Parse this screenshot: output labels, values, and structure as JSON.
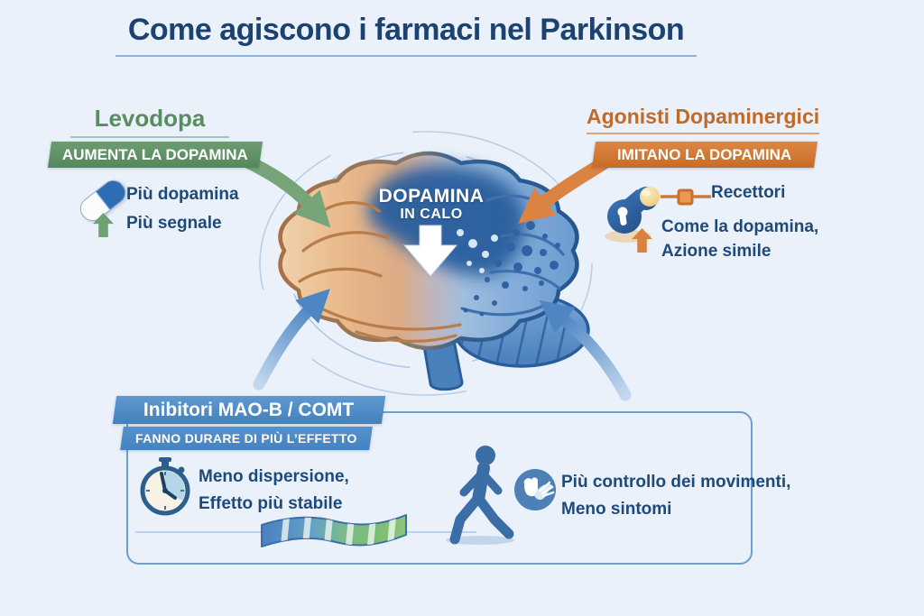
{
  "header": {
    "title": "Come agiscono i farmaci nel Parkinson"
  },
  "levodopa": {
    "heading": "Levodopa",
    "banner": "AUMENTA LA DOPAMINA",
    "points": [
      "Più dopamina",
      "Più segnale"
    ]
  },
  "agonists": {
    "heading": "Agonisti Dopaminergici",
    "banner": "IMITANO LA DOPAMINA",
    "receptor_label": "Recettori",
    "points": [
      "Come la dopamina,",
      "Azione simile"
    ]
  },
  "brain": {
    "label_line1": "DOPAMINA",
    "label_line2": "IN CALO"
  },
  "inhibitors": {
    "banner_title": "Inibitori MAO-B / COMT",
    "banner_subtitle": "FANNO DURARE DI PIÙ L’EFFETTO",
    "stability_lines": [
      "Meno dispersione,",
      "Effetto più stabile"
    ],
    "movement_lines": [
      "Più controllo dei movimenti,",
      "Meno sintomi"
    ]
  },
  "icons": {
    "pill": "capsule-pill",
    "green_up_arrow": "arrow-up",
    "orange_up_arrow": "arrow-up",
    "receptor": "receptor-molecule",
    "brain": "brain-illustration",
    "stopwatch": "stopwatch",
    "ribbon": "striped-wavy-ribbon",
    "walker": "walking-person",
    "hands": "caring-hands"
  },
  "colors": {
    "background": "#eaf1fb",
    "title_navy": "#1c4272",
    "levodopa_green": "#5a8c62",
    "agonist_orange": "#c06b29",
    "inhibitor_blue": "#4d8cc8",
    "body_text_navy": "#1d4a7a",
    "brain_patch_blue": "#2b5e9e",
    "brain_left_orange": "#e2ad7e"
  }
}
